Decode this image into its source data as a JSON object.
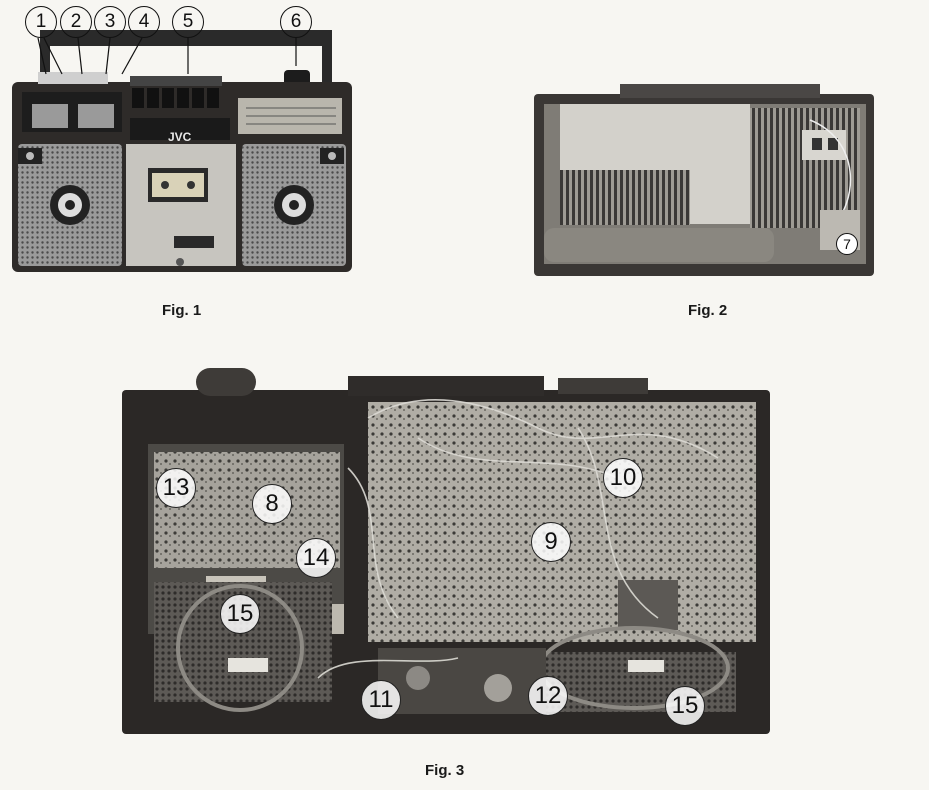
{
  "figures": [
    {
      "caption": "Fig. 1",
      "brand": "JVC",
      "callouts": [
        "1",
        "2",
        "3",
        "4",
        "5",
        "6"
      ]
    },
    {
      "caption": "Fig. 2",
      "callouts": [
        "7"
      ]
    },
    {
      "caption": "Fig. 3",
      "callouts": [
        "8",
        "9",
        "10",
        "11",
        "12",
        "13",
        "14",
        "15",
        "15"
      ]
    }
  ],
  "colors": {
    "paper": "#f7f6f2",
    "chassis": "#2b2826",
    "grille": "#8c8c8c",
    "board": "#a7a59d"
  }
}
